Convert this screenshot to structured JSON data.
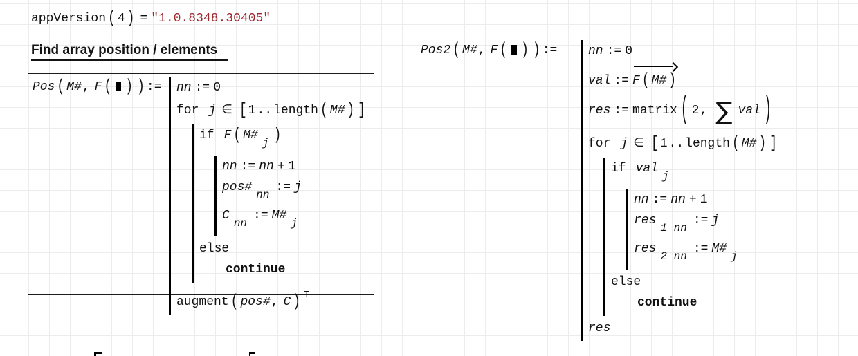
{
  "colors": {
    "text": "#111111",
    "string_literal": "#9b262c",
    "grid_line": "#ececec",
    "background": "#ffffff"
  },
  "app_version": {
    "fn": "appVersion",
    "lp": "(",
    "arg": "4",
    "rp": ")",
    "eq": "=",
    "value": "\"1.0.8348.30405\""
  },
  "heading": {
    "text": "Find array position / elements"
  },
  "pos": {
    "header": {
      "fn": "Pos",
      "lp": "(",
      "arg1": "M#",
      "comma": ",",
      "fn2": "F",
      "lp2": "(",
      "placeholder_icon": "filled-square",
      "rp2": ")",
      "rp": ")",
      "assign": ":="
    },
    "lines": {
      "init": {
        "v": "nn",
        "op": ":=",
        "val": "0"
      },
      "for": {
        "kw": "for",
        "var": "j",
        "in": "∈",
        "lb": "[",
        "from": "1",
        "dots": "..",
        "fn": "length",
        "lp": "(",
        "arg": "M#",
        "rp": ")",
        "rb": "]"
      },
      "if": {
        "kw": "if",
        "fn": "F",
        "lp": "(",
        "arg": "M#",
        "sub": "j",
        "rp": ")"
      },
      "inc": {
        "v": "nn",
        "op": ":=",
        "v2": "nn",
        "plus": "+",
        "one": "1"
      },
      "assign_pos": {
        "v": "pos#",
        "sub": "nn",
        "op": ":=",
        "val": "j"
      },
      "assign_c": {
        "v": "C",
        "sub": "nn",
        "op": ":=",
        "val": "M#",
        "valsub": "j"
      },
      "else": {
        "kw": "else"
      },
      "cont": {
        "kw": "continue"
      },
      "result": {
        "fn": "augment",
        "lp": "(",
        "arg1": "pos#",
        "comma": ",",
        "arg2": "C",
        "rp": ")",
        "sup": "T"
      }
    }
  },
  "pos2": {
    "header": {
      "fn": "Pos2",
      "lp": "(",
      "arg1": "M#",
      "comma": ",",
      "fn2": "F",
      "lp2": "(",
      "placeholder_icon": "filled-square",
      "rp2": ")",
      "rp": ")",
      "assign": ":="
    },
    "lines": {
      "init": {
        "v": "nn",
        "op": ":=",
        "val": "0"
      },
      "vec": {
        "v": "val",
        "op": ":=",
        "vectorize_icon": "over-right-arrow",
        "fn": "F",
        "lp": "(",
        "arg": "M#",
        "rp": ")"
      },
      "mat": {
        "v": "res",
        "op": ":=",
        "fn": "matrix",
        "lp": "(",
        "arg1": "2",
        "comma": ",",
        "sum": "∑",
        "arg2": "val",
        "rp": ")"
      },
      "for": {
        "kw": "for",
        "var": "j",
        "in": "∈",
        "lb": "[",
        "from": "1",
        "dots": "..",
        "fn": "length",
        "lp": "(",
        "arg": "M#",
        "rp": ")",
        "rb": "]"
      },
      "if": {
        "kw": "if",
        "v": "val",
        "sub": "j"
      },
      "inc": {
        "v": "nn",
        "op": ":=",
        "v2": "nn",
        "plus": "+",
        "one": "1"
      },
      "res1": {
        "v": "res",
        "sub": "1 nn",
        "op": ":=",
        "val": "j"
      },
      "res2": {
        "v": "res",
        "sub": "2 nn",
        "op": ":=",
        "val": "M#",
        "valsub": "j"
      },
      "else": {
        "kw": "else"
      },
      "cont": {
        "kw": "continue"
      },
      "result": {
        "v": "res"
      }
    }
  }
}
